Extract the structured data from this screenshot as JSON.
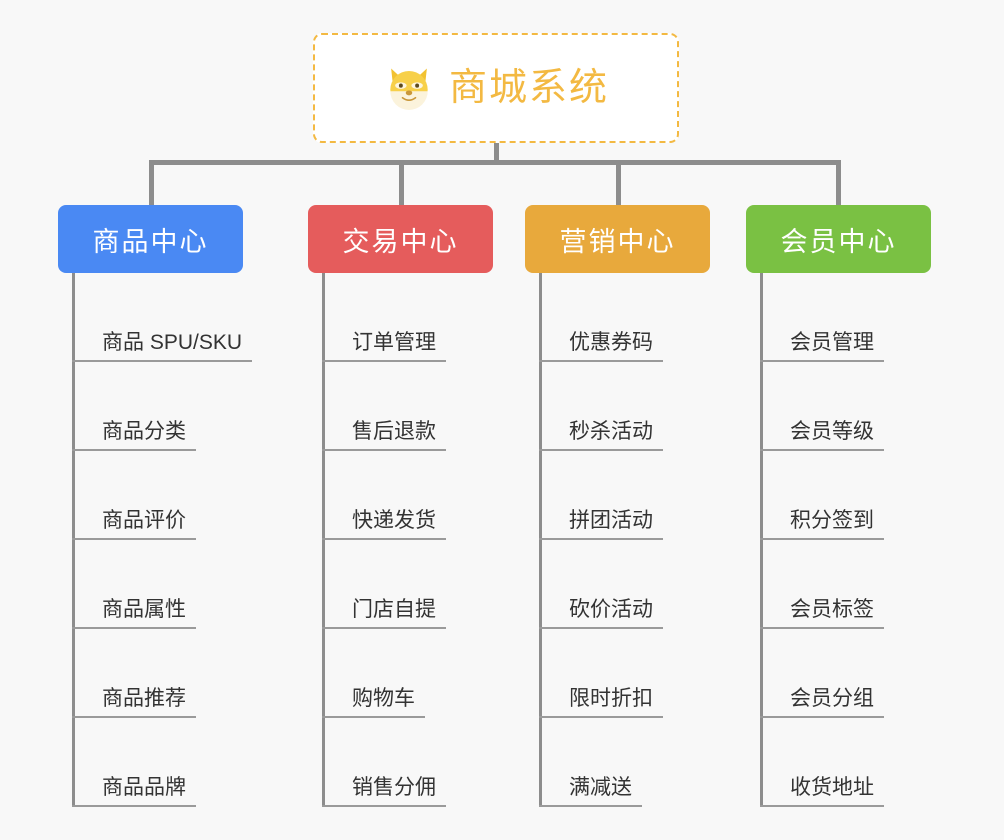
{
  "page": {
    "background_color": "#f8f8f8",
    "line_color": "#8d8d8d"
  },
  "root": {
    "title": "商城系统",
    "icon": "shiba-dog-face-icon",
    "border_color": "#f3b942",
    "text_color": "#f3b942",
    "background_color": "#ffffff"
  },
  "columns": [
    {
      "header": "商品中心",
      "color": "#4a89f3",
      "items": [
        "商品 SPU/SKU",
        "商品分类",
        "商品评价",
        "商品属性",
        "商品推荐",
        "商品品牌"
      ]
    },
    {
      "header": "交易中心",
      "color": "#e55c5c",
      "items": [
        "订单管理",
        "售后退款",
        "快递发货",
        "门店自提",
        "购物车",
        "销售分佣"
      ]
    },
    {
      "header": "营销中心",
      "color": "#e8a93c",
      "items": [
        "优惠券码",
        "秒杀活动",
        "拼团活动",
        "砍价活动",
        "限时折扣",
        "满减送"
      ]
    },
    {
      "header": "会员中心",
      "color": "#7ac143",
      "items": [
        "会员管理",
        "会员等级",
        "积分签到",
        "会员标签",
        "会员分组",
        "收货地址"
      ]
    }
  ]
}
